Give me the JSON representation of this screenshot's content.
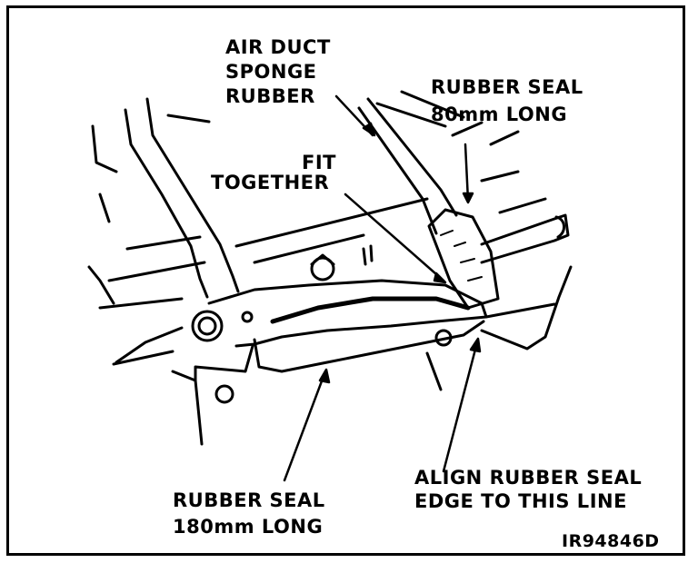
{
  "diagram": {
    "labels": {
      "air_duct": [
        "AIR DUCT",
        "SPONGE",
        "RUBBER"
      ],
      "rubber_seal_80": [
        "RUBBER SEAL",
        "80mm LONG"
      ],
      "fit_together": [
        "FIT",
        "TOGETHER"
      ],
      "rubber_seal_180": [
        "RUBBER SEAL",
        "180mm LONG"
      ],
      "align": [
        "ALIGN RUBBER SEAL",
        "EDGE TO THIS LINE"
      ]
    },
    "figure_code": "IR94846D"
  }
}
